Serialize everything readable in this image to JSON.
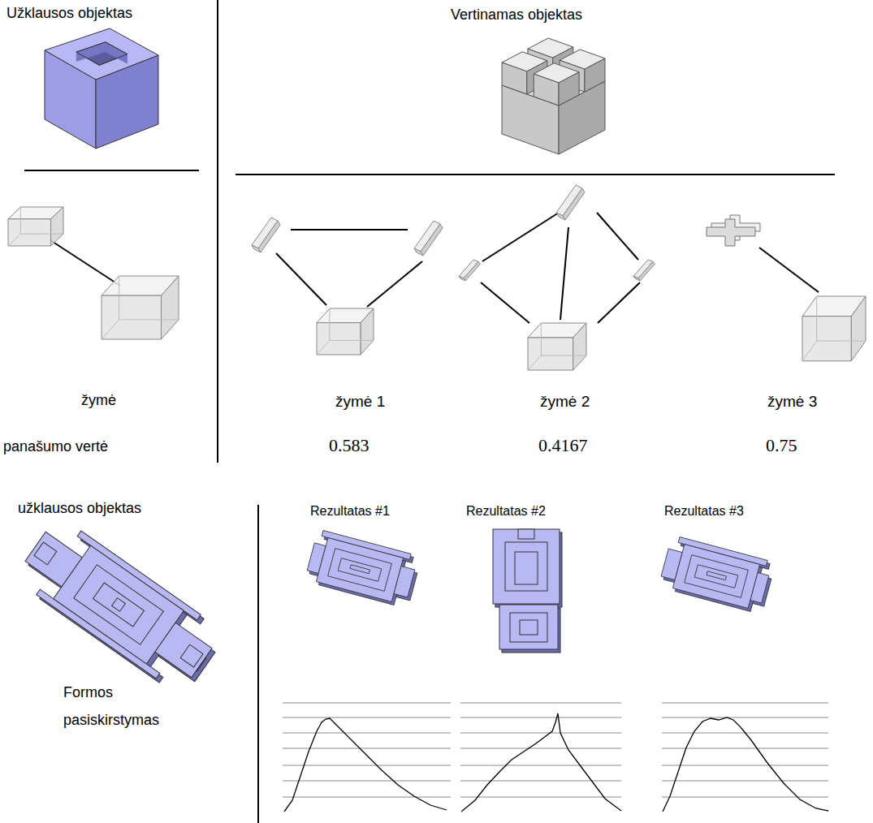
{
  "diagram": {
    "labels": [
      "Užklausos objektas",
      "Vertinamas objektas",
      "žymė",
      "panašumo vertė",
      "žymė 1",
      "žymė 2",
      "žymė 3",
      "0.583",
      "0.4167",
      "0.75",
      "užklausos objektas",
      "Rezultatas #1",
      "Rezultatas #2",
      "Rezultatas #3",
      "Formos pasiskirstymas"
    ]
  }
}
